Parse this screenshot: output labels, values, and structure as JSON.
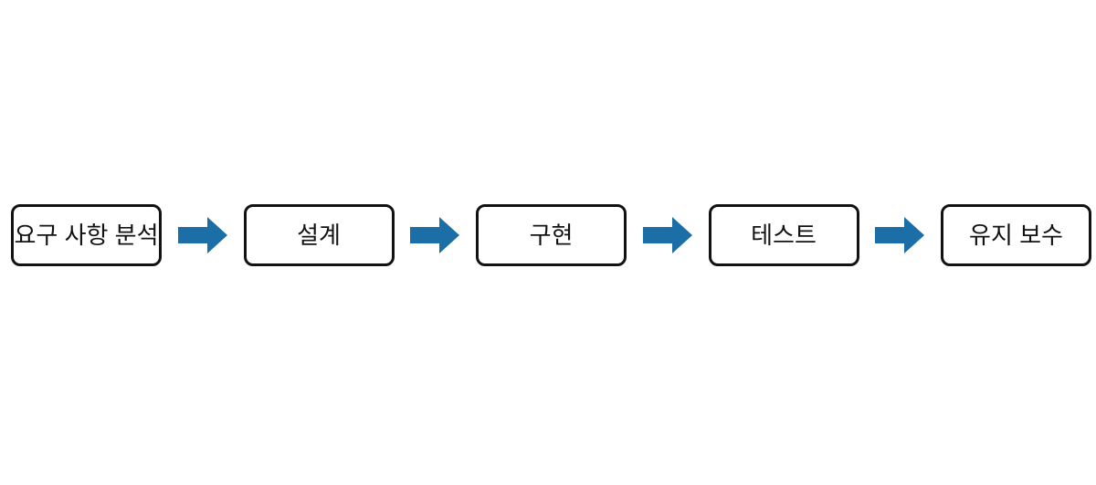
{
  "flow": {
    "title": "software-development-lifecycle-flow",
    "stages": [
      {
        "label": "요구 사항 분석"
      },
      {
        "label": "설계"
      },
      {
        "label": "구현"
      },
      {
        "label": "테스트"
      },
      {
        "label": "유지 보수"
      }
    ],
    "connector": {
      "icon": "right-block-arrow",
      "arrow_color": "#1b6ea6"
    },
    "box_border_color": "#121212",
    "box_fill_color": "#ffffff",
    "text_color": "#121212",
    "background_color": "#ffffff"
  }
}
